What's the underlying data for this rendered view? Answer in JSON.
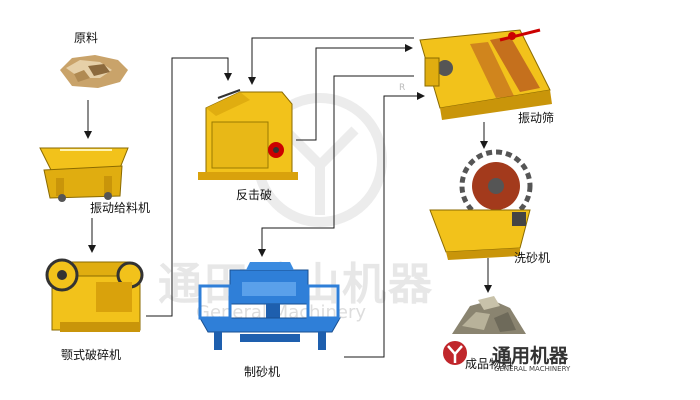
{
  "nodes": [
    {
      "id": "raw",
      "label": "原料"
    },
    {
      "id": "feeder",
      "label": "振动给料机"
    },
    {
      "id": "jaw",
      "label": "颚式破碎机"
    },
    {
      "id": "impact",
      "label": "反击破"
    },
    {
      "id": "sandmaker",
      "label": "制砂机"
    },
    {
      "id": "screen",
      "label": "振动筛"
    },
    {
      "id": "washer",
      "label": "洗砂机"
    },
    {
      "id": "product",
      "label": "成品物料"
    }
  ],
  "edges": [
    {
      "from": "raw",
      "to": "feeder"
    },
    {
      "from": "feeder",
      "to": "jaw"
    },
    {
      "from": "jaw",
      "to": "impact"
    },
    {
      "from": "impact",
      "to": "screen"
    },
    {
      "from": "screen",
      "to": "impact"
    },
    {
      "from": "screen",
      "to": "sandmaker"
    },
    {
      "from": "sandmaker",
      "to": "screen"
    },
    {
      "from": "screen",
      "to": "washer"
    },
    {
      "from": "washer",
      "to": "product"
    }
  ],
  "watermark": {
    "cn": "通田矿山机器",
    "en": "General Machinery",
    "mark": "R"
  },
  "logo": {
    "cn": "通用机器",
    "en": "GENERAL MACHINERY"
  },
  "colors": {
    "machine_yellow": "#f2c21b",
    "machine_blue": "#2f7fd8",
    "arrow": "#1a1a1a",
    "watermark": "#d0d0d0"
  }
}
